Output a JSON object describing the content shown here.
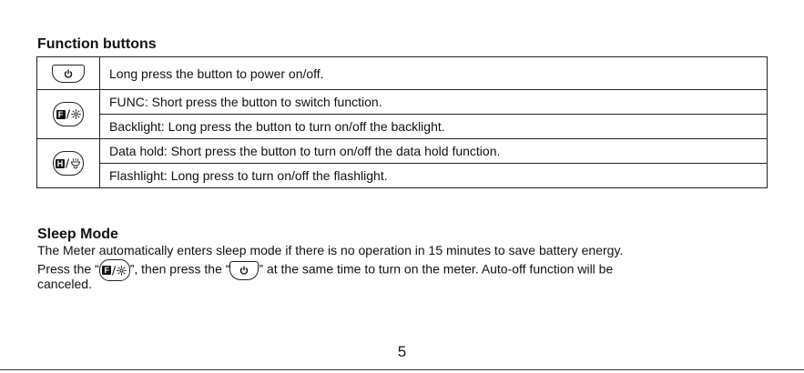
{
  "function_buttons": {
    "title": "Function buttons",
    "rows": [
      {
        "text": "Long press the button to power on/off."
      },
      {
        "text": "FUNC: Short press the button to switch function."
      },
      {
        "text": "Backlight: Long press the button to turn on/off the backlight."
      },
      {
        "text": "Data hold: Short press the button to turn on/off the data hold function."
      },
      {
        "text": "Flashlight: Long press to turn on/off the flashlight."
      }
    ],
    "icons": {
      "power": "power-icon",
      "func": "func-backlight-icon",
      "hold": "hold-flashlight-icon"
    },
    "chip_f": "F",
    "chip_h": "H"
  },
  "sleep_mode": {
    "title": "Sleep Mode",
    "line1": "The Meter automatically enters sleep mode if there is no operation in 15 minutes to save battery energy.",
    "line2_a": "Press the “",
    "line2_b": "”, then press the “",
    "line2_c": "” at the same time to turn on the meter. Auto-off function will be",
    "line3": "canceled."
  },
  "page_number": "5"
}
